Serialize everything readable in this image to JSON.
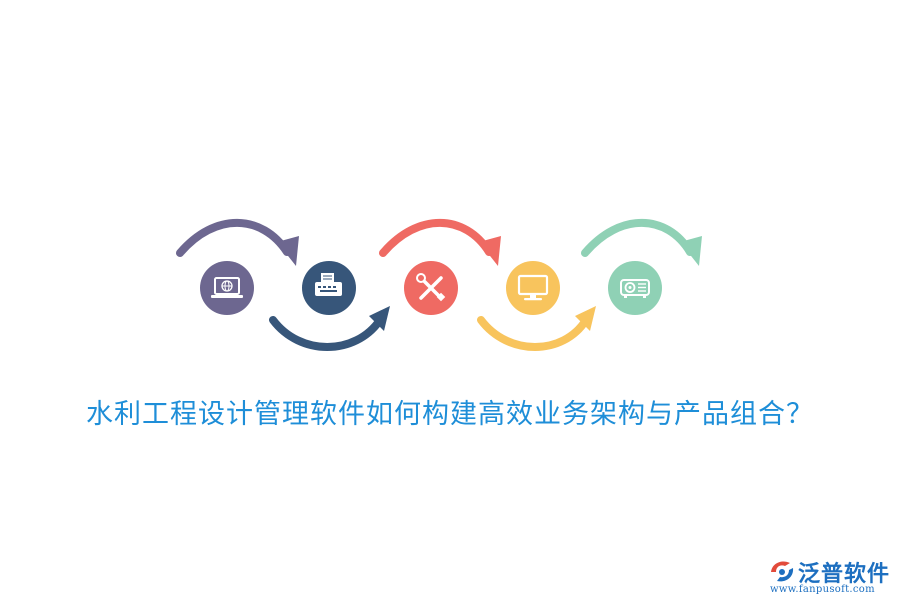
{
  "title": "水利工程设计管理软件如何构建高效业务架构与产品组合？",
  "steps": [
    {
      "icon": "laptop-globe-icon",
      "color": "#6d6790"
    },
    {
      "icon": "typewriter-icon",
      "color": "#37567a"
    },
    {
      "icon": "wrench-screwdriver-icon",
      "color": "#ef6a63"
    },
    {
      "icon": "monitor-icon",
      "color": "#f8c45d"
    },
    {
      "icon": "projector-icon",
      "color": "#8fd1b5"
    }
  ],
  "logo": {
    "name": "泛普软件",
    "url": "www.fanpusoft.com"
  }
}
